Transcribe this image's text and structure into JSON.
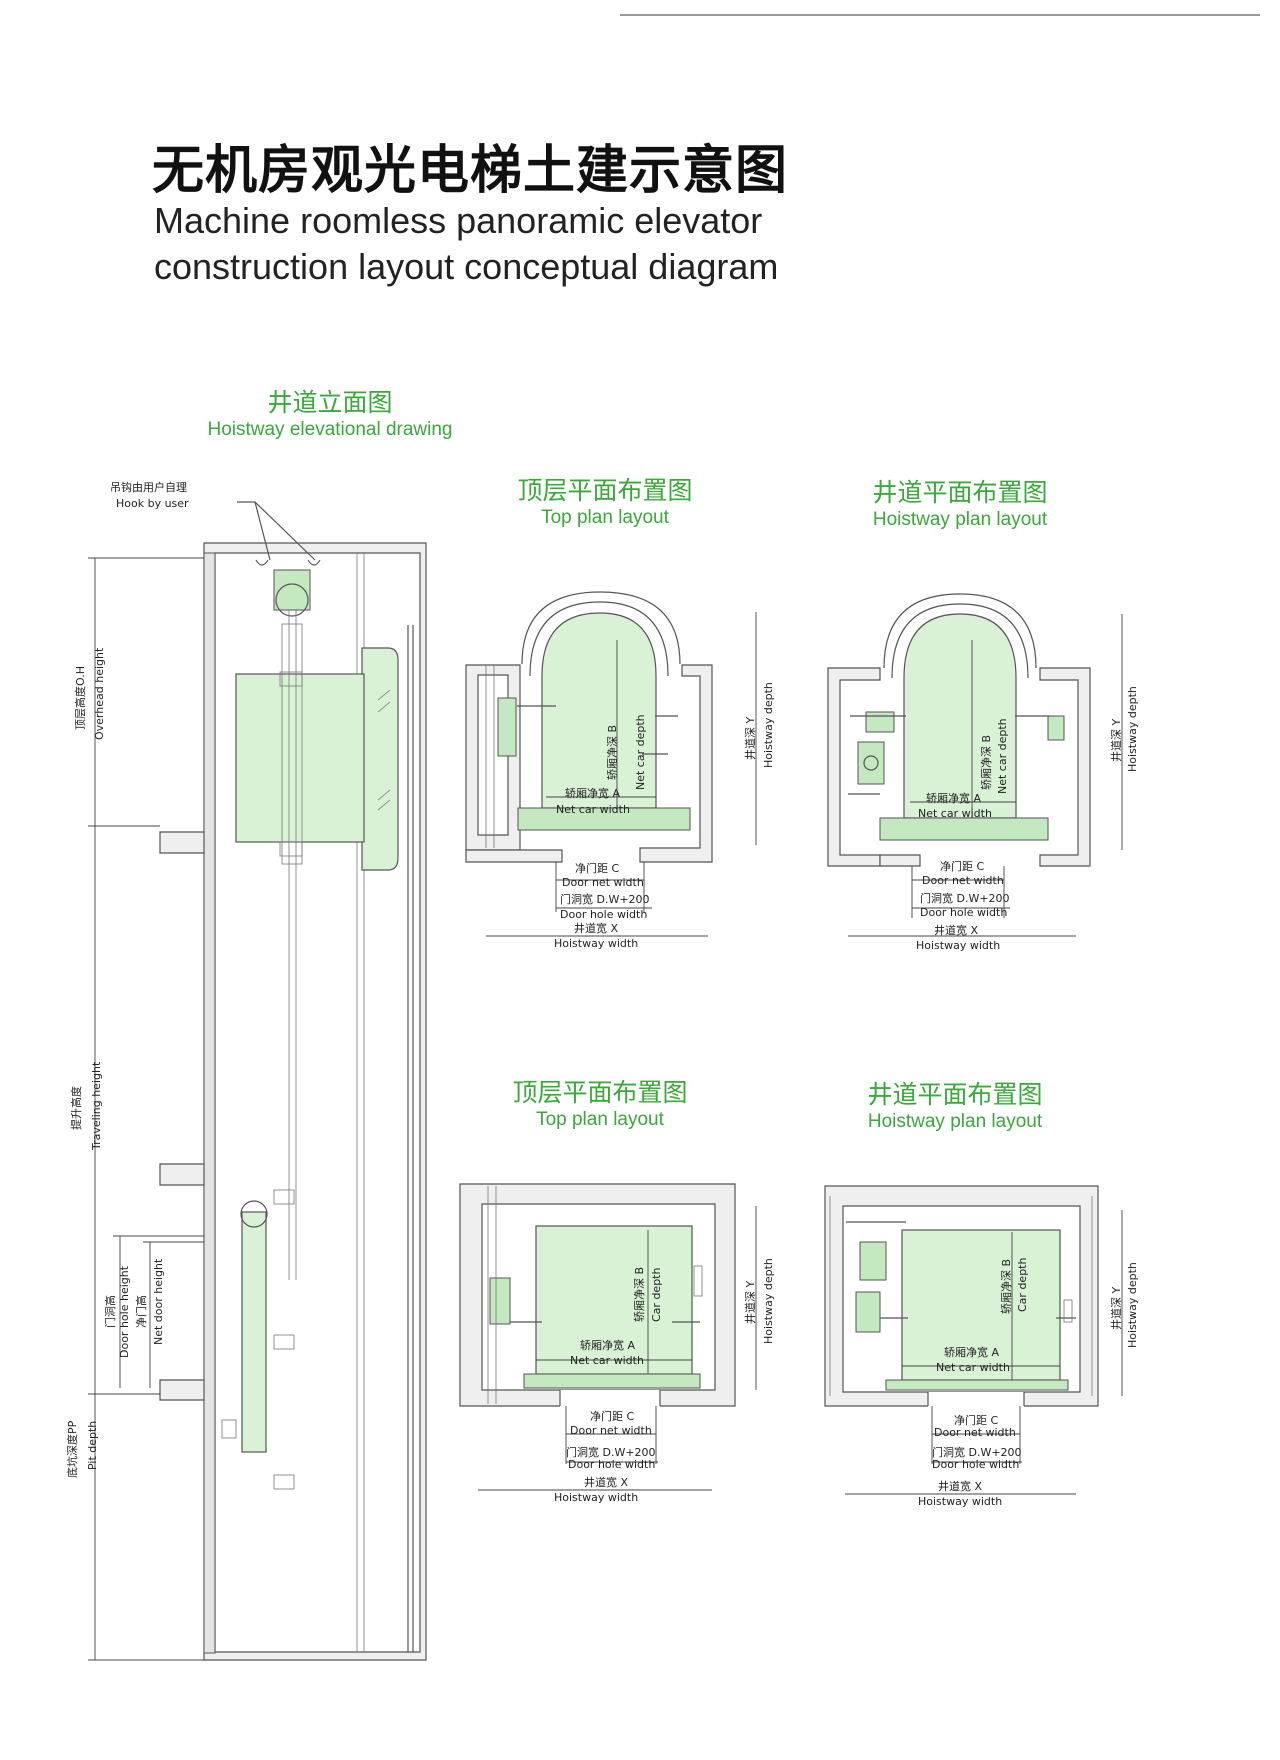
{
  "title": {
    "cn": "无机房观光电梯土建示意图",
    "en_line1": "Machine roomless panoramic elevator",
    "en_line2": "construction layout conceptual diagram"
  },
  "colors": {
    "accent": "#3aa83a",
    "car_fill": "#d9f2d6",
    "wall_fill": "#efefef",
    "line": "#555555"
  },
  "sections": {
    "elevation": {
      "cn": "井道立面图",
      "en": "Hoistway elevational drawing"
    },
    "top_plan_1": {
      "cn": "顶层平面布置图",
      "en": "Top plan layout"
    },
    "hoistway_plan_1": {
      "cn": "井道平面布置图",
      "en": "Hoistway plan layout"
    },
    "top_plan_2": {
      "cn": "顶层平面布置图",
      "en": "Top plan layout"
    },
    "hoistway_plan_2": {
      "cn": "井道平面布置图",
      "en": "Hoistway plan layout"
    }
  },
  "elevation_labels": {
    "hook_cn": "吊钩由用户自理",
    "hook_en": "Hook by user",
    "overhead_cn": "顶层高度O.H",
    "overhead_en": "Overhead height",
    "travel_cn": "提升高度",
    "travel_en": "Traveling height",
    "door_hole_cn": "门洞高",
    "door_hole_en": "Door hole height",
    "net_door_cn": "净门高",
    "net_door_en": "Net door height",
    "pit_cn": "底坑深度PP",
    "pit_en": "Pit depth"
  },
  "plan_labels": {
    "net_car_width_cn": "轿厢净宽 A",
    "net_car_width_en": "Net car width",
    "net_car_depth_cn": "轿厢净深 B",
    "net_car_depth_en": "Net car depth",
    "car_depth_en": "Car depth",
    "door_net_width_cn": "净门距 C",
    "door_net_width_en": "Door net width",
    "door_hole_width_cn": "门洞宽 D.W+200",
    "door_hole_width_en": "Door hole width",
    "hoistway_width_cn": "井道宽 X",
    "hoistway_width_en": "Hoistway width",
    "hoistway_depth_cn": "井道深 Y",
    "hoistway_depth_en": "Hoistway depth"
  }
}
